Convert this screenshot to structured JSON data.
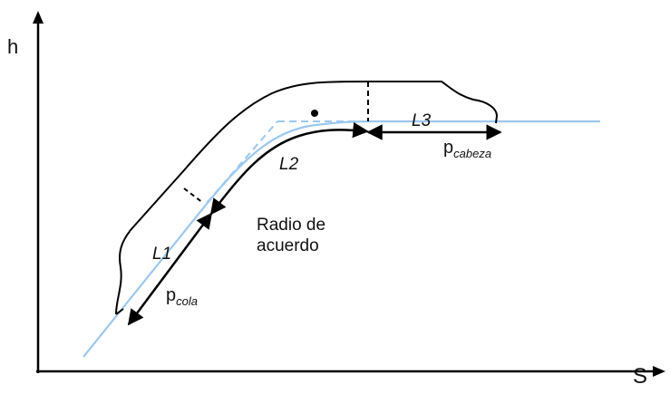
{
  "axes": {
    "y_label": "h",
    "x_label": "S"
  },
  "segments": {
    "l1": "L1",
    "l2": "L2",
    "l3": "L3"
  },
  "annotation": {
    "line1": "Radio de",
    "line2": "acuerdo"
  },
  "pitch": {
    "tail_symbol": "p",
    "tail_subscript": "cola",
    "head_symbol": "p",
    "head_subscript": "cabeza"
  },
  "colors": {
    "track": "#9cc8ef",
    "outline": "#000000",
    "dashed_tangent": "#9cc8ef"
  }
}
